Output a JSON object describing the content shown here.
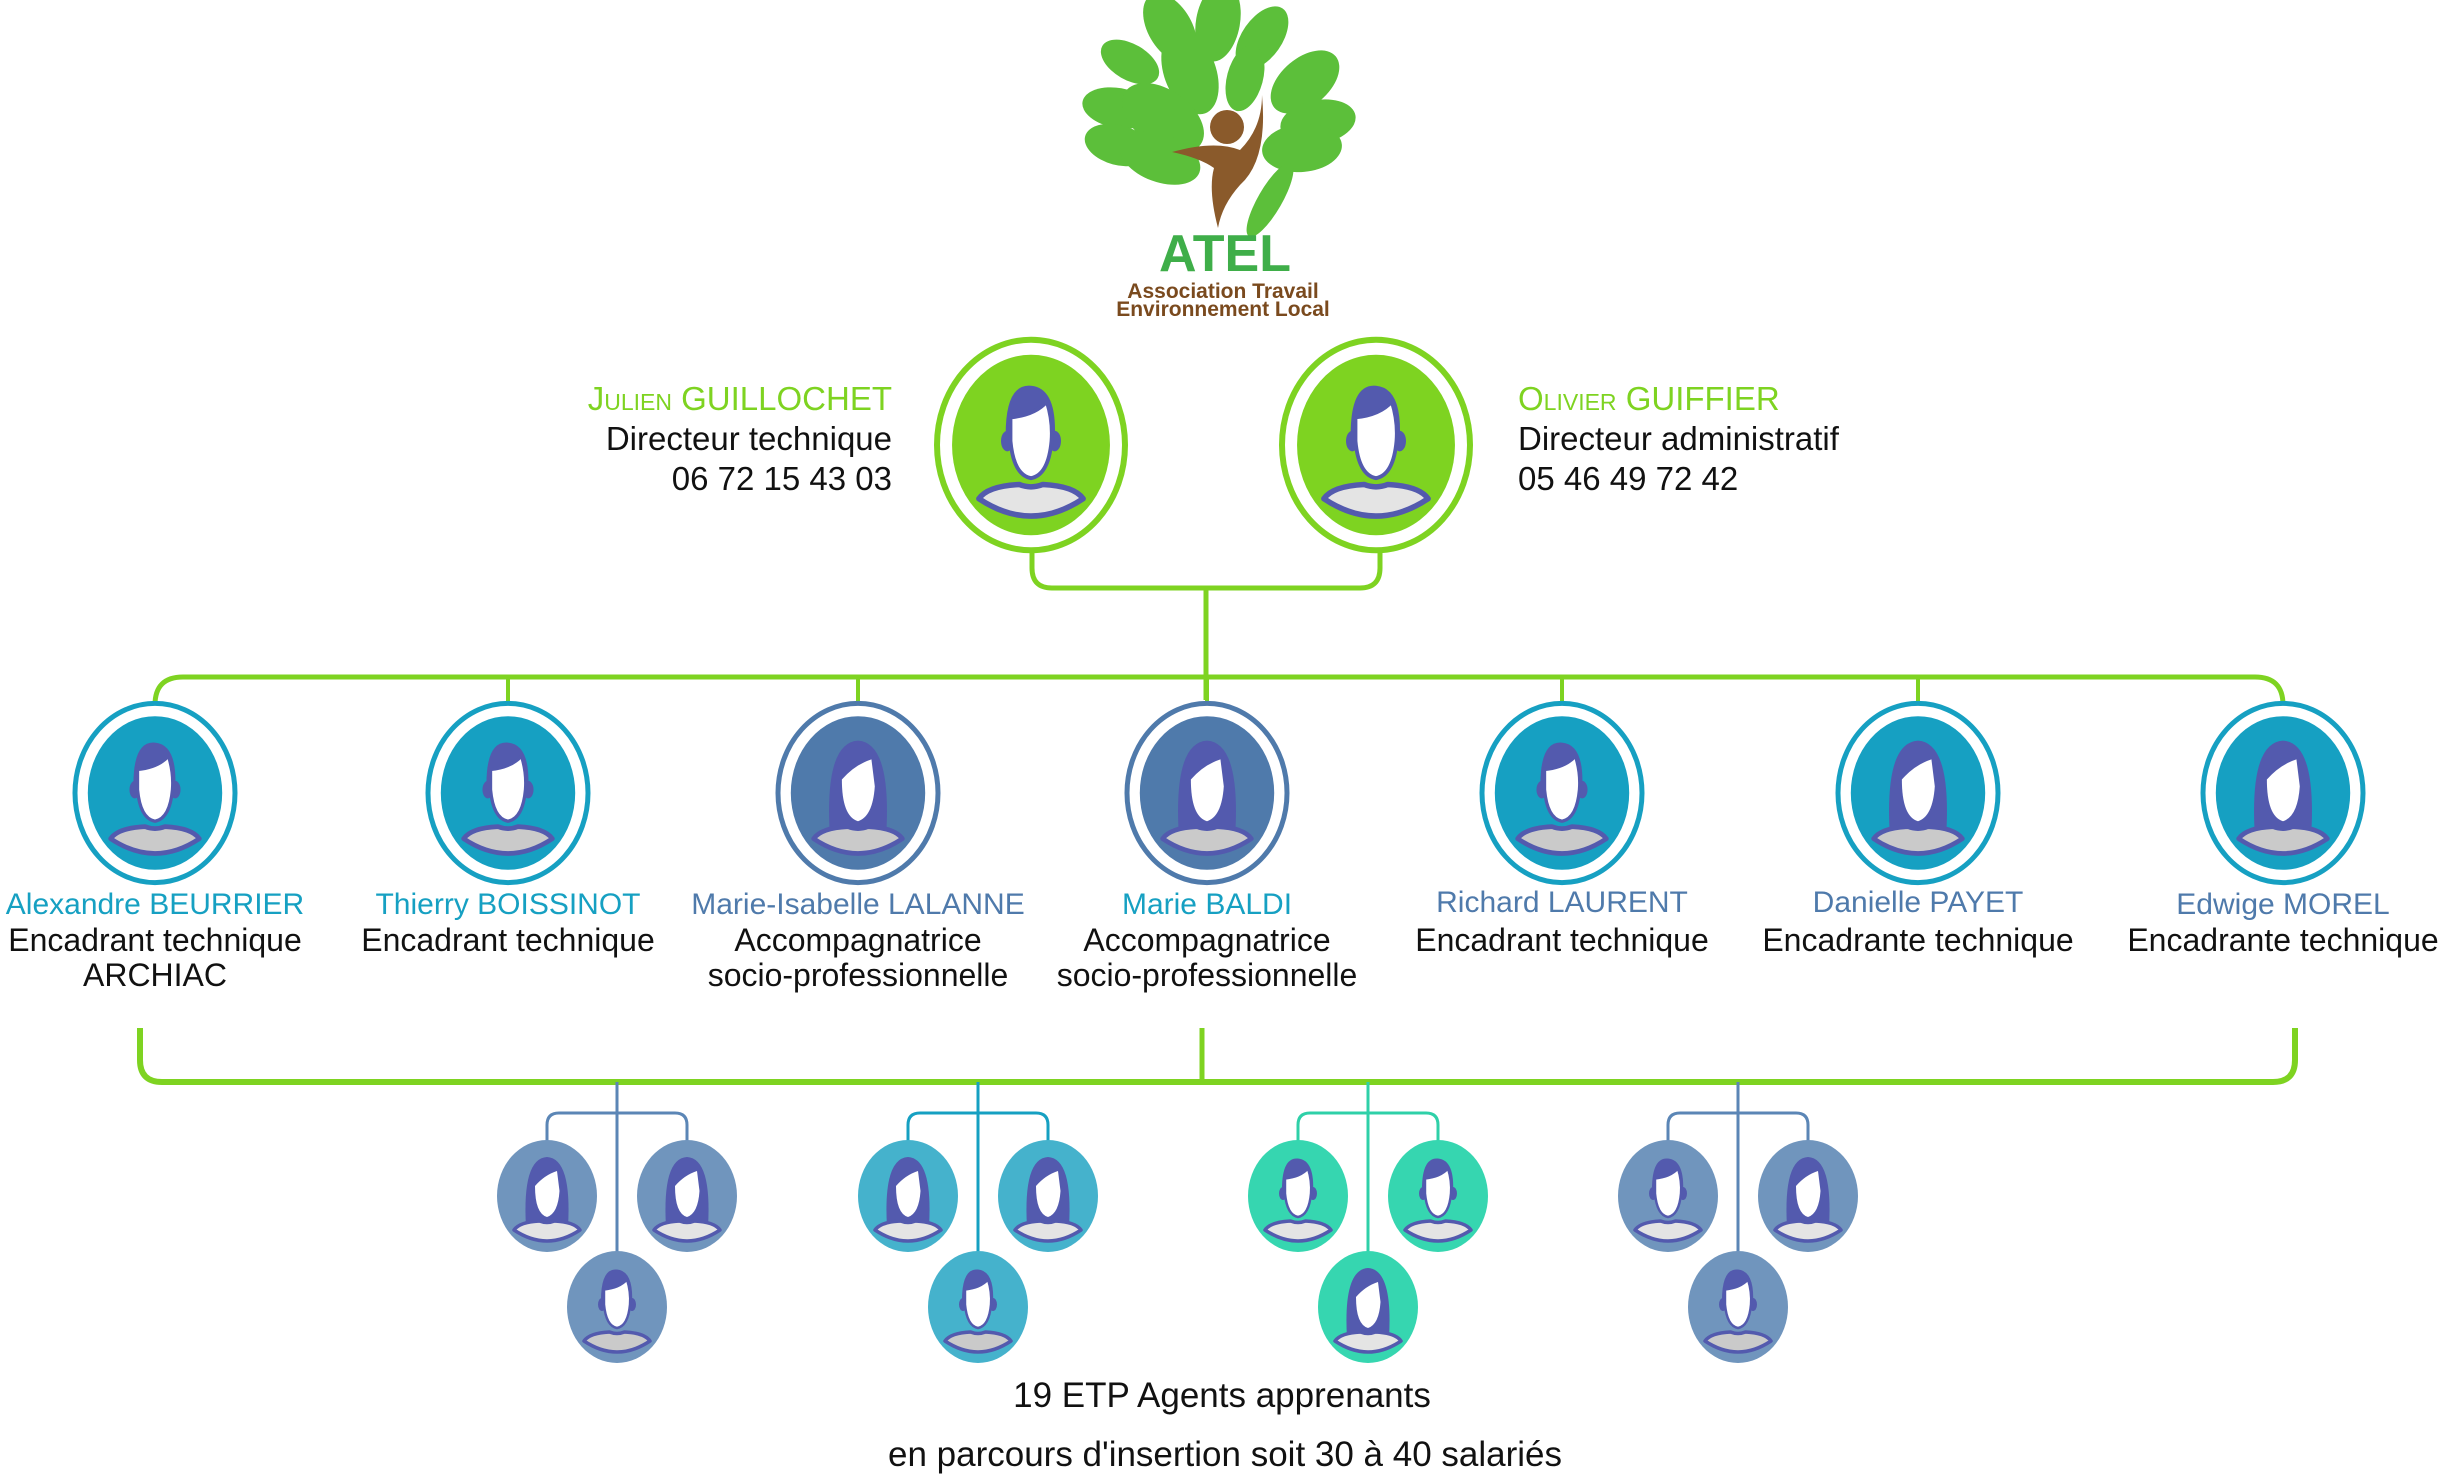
{
  "logo": {
    "title": "ATEL",
    "subtitle_line1": "Association Travail",
    "subtitle_line2": "Environnement Local",
    "icon": "tree-person-icon",
    "leaf_color": "#5cbf3a",
    "person_color": "#8a5a2b"
  },
  "colors": {
    "primary_green": "#7ed321",
    "avatar_outline": "#535aae",
    "face": "#ffffff",
    "shoulders_light": "#e4e4e4",
    "shoulders_gray": "#cacaca",
    "teal": "#16a0c2",
    "steel_blue": "#4f7aab",
    "agent_blue": "#7095bd",
    "agent_cyan": "#45b2cc",
    "agent_mint": "#36d6b0"
  },
  "directors": [
    {
      "name": "Julien GUILLOCHET",
      "role": "Directeur technique",
      "phone": "06 72 15 43 03",
      "avatar": "male-avatar-icon"
    },
    {
      "name": "Olivier GUIFFIER",
      "role": "Directeur administratif",
      "phone": "05 46 49 72 42",
      "avatar": "male-avatar-icon"
    }
  ],
  "staff": [
    {
      "name": "Alexandre BEURRIER",
      "role": [
        "Encadrant technique",
        "ARCHIAC"
      ],
      "avatar": "male-avatar-icon",
      "name_color": "#16a0c2",
      "ring": "teal"
    },
    {
      "name": "Thierry BOISSINOT",
      "role": [
        "Encadrant technique"
      ],
      "avatar": "male-avatar-icon",
      "name_color": "#16a0c2",
      "ring": "teal"
    },
    {
      "name": "Marie-Isabelle LALANNE",
      "role": [
        "Accompagnatrice",
        "socio-professionnelle"
      ],
      "avatar": "female-avatar-icon",
      "name_color": "#4f7aab",
      "ring": "steel_blue"
    },
    {
      "name": "Marie BALDI",
      "role": [
        "Accompagnatrice",
        "socio-professionnelle"
      ],
      "avatar": "female-avatar-icon",
      "name_color": "#16a0c2",
      "ring": "steel_blue"
    },
    {
      "name": "Richard LAURENT",
      "role": [
        "Encadrant technique"
      ],
      "avatar": "male-avatar-icon",
      "name_color": "#4f7aab",
      "ring": "teal"
    },
    {
      "name": "Danielle PAYET",
      "role": [
        "Encadrante technique"
      ],
      "avatar": "female-avatar-icon",
      "name_color": "#4f7aab",
      "ring": "teal"
    },
    {
      "name": "Edwige MOREL",
      "role": [
        "Encadrante technique"
      ],
      "avatar": "female-avatar-icon",
      "name_color": "#4f7aab",
      "ring": "teal"
    }
  ],
  "agent_groups": [
    {
      "color": "agent_blue",
      "members": [
        "female",
        "female",
        "male"
      ]
    },
    {
      "color": "agent_cyan",
      "members": [
        "female",
        "female",
        "male"
      ]
    },
    {
      "color": "agent_mint",
      "members": [
        "male",
        "male",
        "female"
      ]
    },
    {
      "color": "agent_blue",
      "members": [
        "male",
        "female",
        "male"
      ]
    }
  ],
  "footer": {
    "line1": "19 ETP Agents apprenants",
    "line2": "en parcours d'insertion soit 30 à 40 salariés"
  }
}
